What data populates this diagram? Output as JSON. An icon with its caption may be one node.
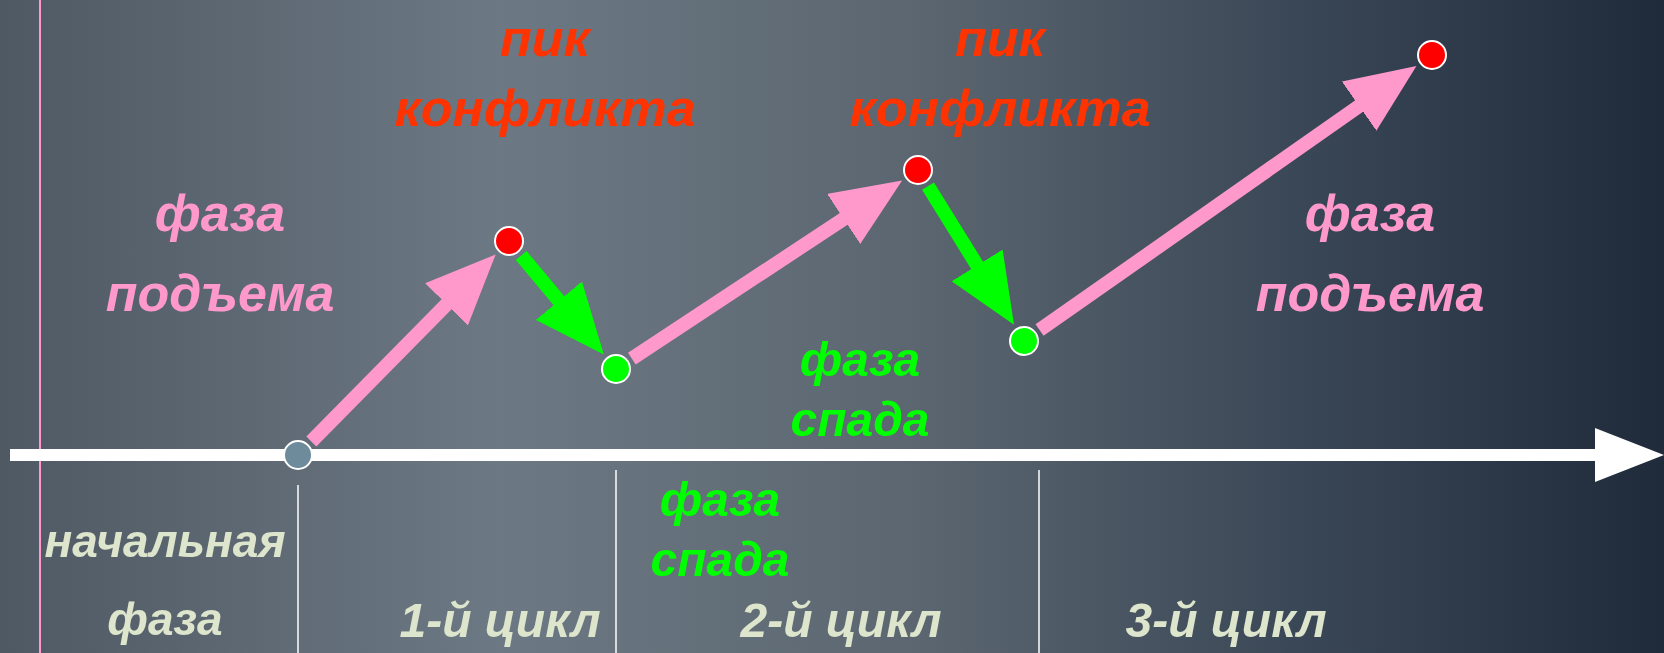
{
  "diagram": {
    "nodes": [
      {
        "text": [],
        "shape": "circle",
        "beside": [
          "начальная фаза"
        ]
      },
      {
        "text": [],
        "shape": "circle",
        "beside": [
          "пик конфликта"
        ]
      },
      {
        "text": [],
        "shape": "circle",
        "beside": [
          "фаза спада"
        ]
      },
      {
        "text": [],
        "shape": "circle",
        "beside": [
          "пик конфликта"
        ]
      },
      {
        "text": [],
        "shape": "circle",
        "beside": [
          "фаза спада"
        ]
      },
      {
        "text": [],
        "shape": "circle"
      }
    ],
    "edges": [
      {
        "from": 0,
        "to": 1,
        "arrow": "to"
      },
      {
        "from": 1,
        "to": 2,
        "arrow": "to",
        "color": "#00ff00"
      },
      {
        "from": 2,
        "to": 3,
        "arrow": "to"
      },
      {
        "from": 3,
        "to": 4,
        "arrow": "to",
        "color": "#00ff00"
      },
      {
        "from": 4,
        "to": 5,
        "arrow": "to"
      }
    ],
    "labels": [
      "фаза подъема",
      "фаза подъема",
      "1-й цикл",
      "2-й цикл",
      "3-й цикл"
    ]
  }
}
